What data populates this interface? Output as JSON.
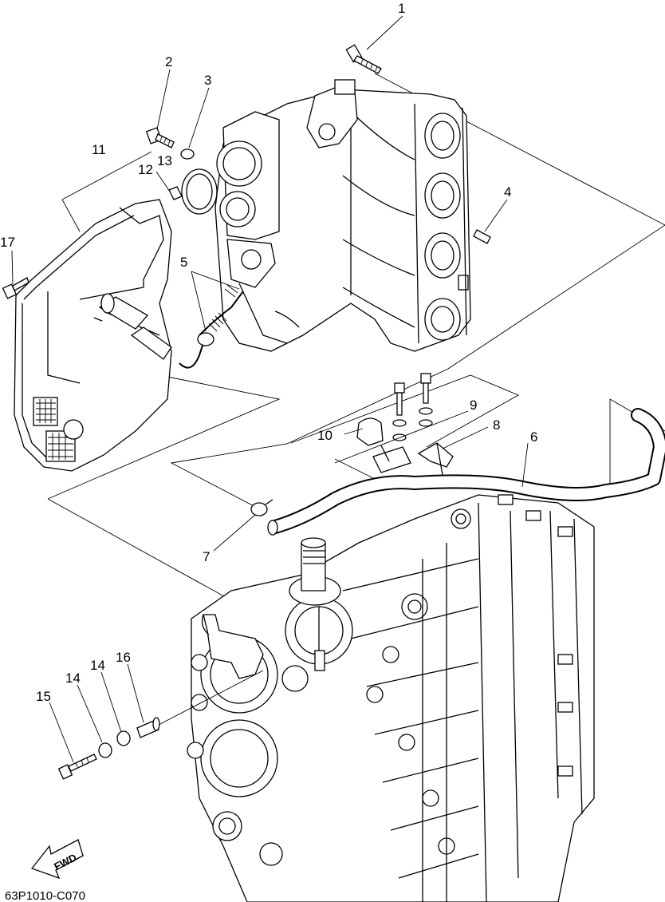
{
  "diagram": {
    "callouts": [
      {
        "id": "1",
        "label": "1"
      },
      {
        "id": "2",
        "label": "2"
      },
      {
        "id": "3",
        "label": "3"
      },
      {
        "id": "4",
        "label": "4"
      },
      {
        "id": "5",
        "label": "5"
      },
      {
        "id": "6",
        "label": "6"
      },
      {
        "id": "7",
        "label": "7"
      },
      {
        "id": "8",
        "label": "8"
      },
      {
        "id": "9",
        "label": "9"
      },
      {
        "id": "10",
        "label": "10"
      },
      {
        "id": "11",
        "label": "11"
      },
      {
        "id": "12",
        "label": "12"
      },
      {
        "id": "13",
        "label": "13"
      },
      {
        "id": "14a",
        "label": "14"
      },
      {
        "id": "14b",
        "label": "14"
      },
      {
        "id": "15",
        "label": "15"
      },
      {
        "id": "16",
        "label": "16"
      },
      {
        "id": "17",
        "label": "17"
      }
    ],
    "fwd_label": "FWD",
    "drawing_code": "63P1010-C070"
  }
}
